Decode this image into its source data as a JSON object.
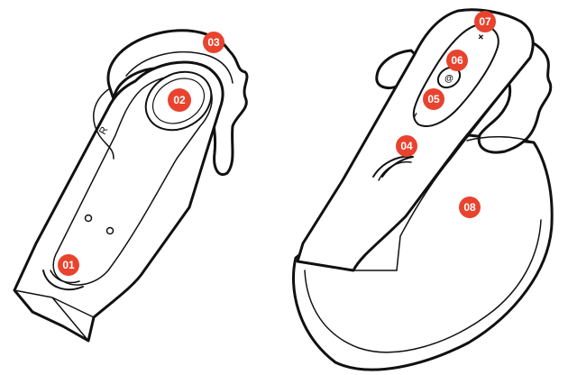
{
  "callouts": [
    {
      "id": "c01",
      "label": "01"
    },
    {
      "id": "c02",
      "label": "02"
    },
    {
      "id": "c03",
      "label": "03"
    },
    {
      "id": "c04",
      "label": "04"
    },
    {
      "id": "c05",
      "label": "05"
    },
    {
      "id": "c06",
      "label": "06"
    },
    {
      "id": "c07",
      "label": "07"
    },
    {
      "id": "c08",
      "label": "08"
    }
  ],
  "markings": {
    "side_letter": "R",
    "plus_symbol": "+",
    "minus_symbol": "−"
  },
  "colors": {
    "callout": "#e8432e",
    "outline": "#111111",
    "background": "#ffffff"
  }
}
